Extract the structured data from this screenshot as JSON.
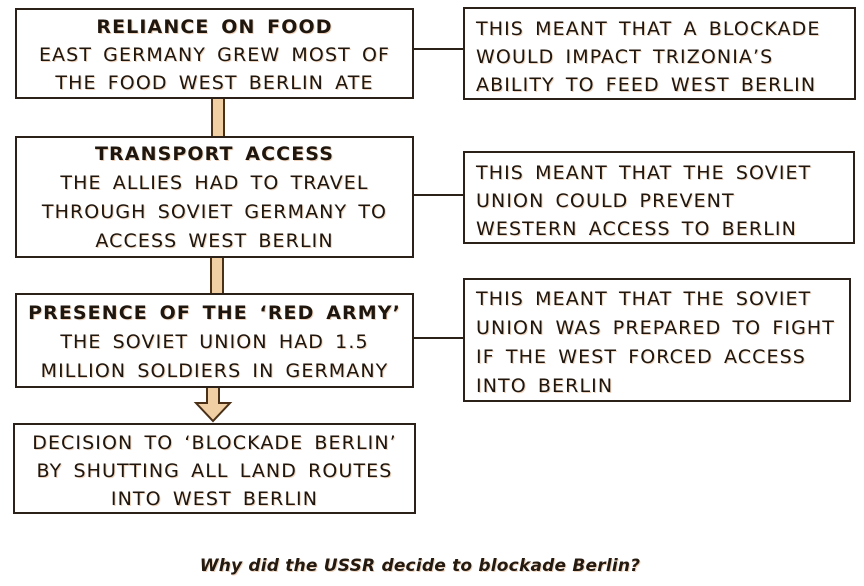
{
  "colors": {
    "box_border": "#2b2118",
    "text": "#1f160e",
    "arrow_fill": "#f1cfa5",
    "arrow_stroke": "#4a3017",
    "background": "#ffffff"
  },
  "flowchart": {
    "causes": [
      {
        "title": "RELIANCE ON FOOD",
        "lines": [
          "EAST GERMANY GREW MOST OF",
          "THE FOOD WEST BERLIN ATE"
        ]
      },
      {
        "title": "TRANSPORT ACCESS",
        "lines": [
          "THE ALLIES HAD TO TRAVEL",
          "THROUGH SOVIET GERMANY TO",
          "ACCESS WEST BERLIN"
        ]
      },
      {
        "title": "PRESENCE OF THE ‘RED ARMY’",
        "lines": [
          "THE SOVIET UNION HAD 1.5",
          "MILLION SOLDIERS IN GERMANY"
        ]
      }
    ],
    "consequences": [
      {
        "lines": [
          "THIS MEANT THAT A BLOCKADE",
          "WOULD IMPACT TRIZONIA’S",
          "ABILITY TO FEED WEST BERLIN"
        ]
      },
      {
        "lines": [
          "THIS MEANT THAT THE SOVIET",
          "UNION COULD PREVENT",
          "WESTERN ACCESS TO BERLIN"
        ]
      },
      {
        "lines": [
          "THIS MEANT THAT THE SOVIET",
          "UNION WAS PREPARED TO FIGHT",
          "IF THE WEST FORCED ACCESS",
          "INTO BERLIN"
        ]
      }
    ],
    "conclusion": {
      "lines": [
        "DECISION TO ‘BLOCKADE BERLIN’",
        "BY SHUTTING ALL LAND ROUTES",
        "INTO WEST BERLIN"
      ]
    },
    "caption": "Why did the USSR decide to blockade Berlin?"
  }
}
